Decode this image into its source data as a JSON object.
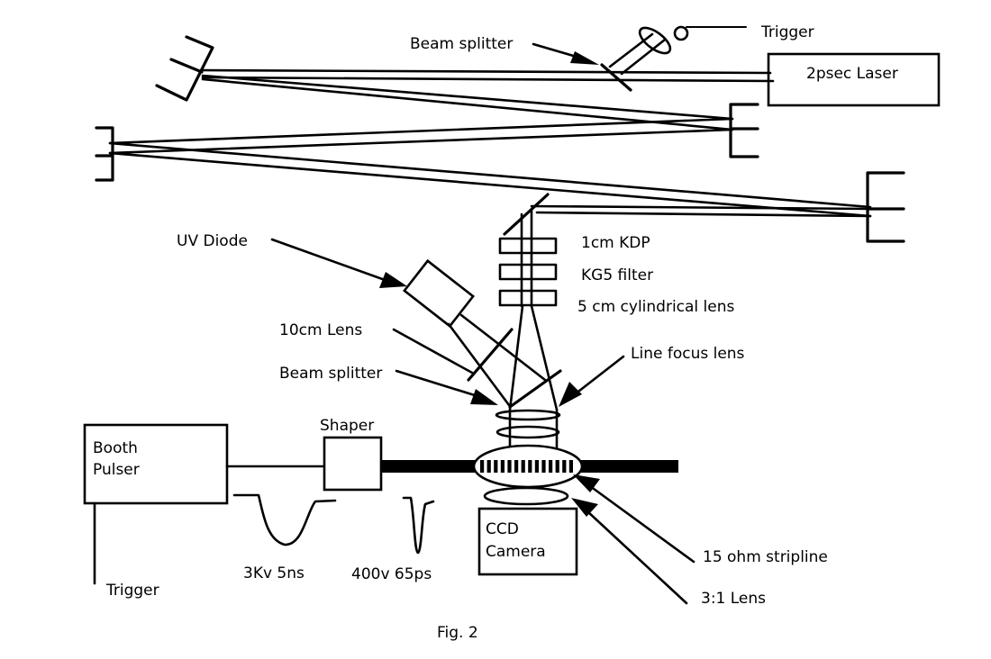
{
  "figure": {
    "caption": "Fig. 2",
    "labels": {
      "beam_splitter_top": "Beam splitter",
      "trigger_top": "Trigger",
      "laser": "2psec Laser",
      "uv_diode": "UV Diode",
      "kdp": "1cm KDP",
      "kg5_filter": "KG5  filter",
      "cyl_lens": "5 cm cylindrical lens",
      "lens_10cm": "10cm Lens",
      "beam_splitter_mid": "Beam splitter",
      "line_focus_lens": "Line focus lens",
      "booth_pulser_line1": "Booth",
      "booth_pulser_line2": "Pulser",
      "shaper": "Shaper",
      "ccd_line1": "CCD",
      "ccd_line2": "Camera",
      "trigger_bottom": "Trigger",
      "pulse1": "3Kv 5ns",
      "pulse2": "400v 65ps",
      "stripline": "15 ohm stripline",
      "lens_3to1": "3:1 Lens"
    }
  }
}
